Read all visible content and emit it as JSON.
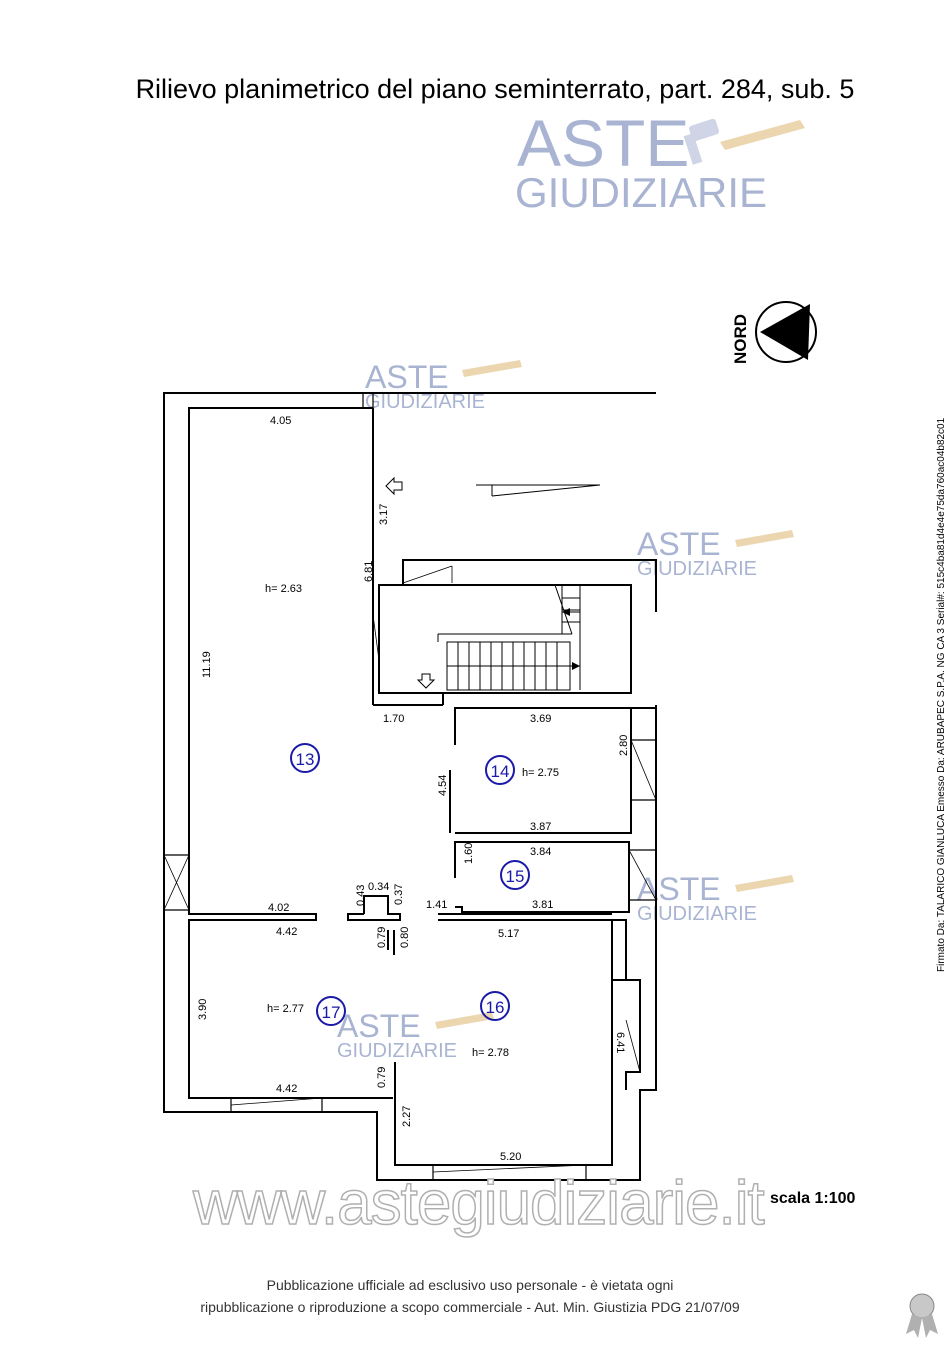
{
  "title": "Rilievo planimetrico del piano seminterrato, part. 284, sub. 5",
  "watermark": {
    "line1": "ASTE",
    "line2": "GIUDIZIARIE",
    "site": "www.astegiudiziarie.it"
  },
  "compass": {
    "label": "NORD"
  },
  "rooms": [
    {
      "number": "13",
      "height": "h= 2.63"
    },
    {
      "number": "14",
      "height": "h= 2.75"
    },
    {
      "number": "15",
      "height": ""
    },
    {
      "number": "16",
      "height": "h= 2.78"
    },
    {
      "number": "17",
      "height": "h= 2.77"
    }
  ],
  "dimensions": {
    "d405": "4.05",
    "d317": "3.17",
    "d681": "6.81",
    "d1119": "11.19",
    "d170": "1.70",
    "d369": "3.69",
    "d280": "2.80",
    "d454": "4.54",
    "d387": "3.87",
    "d160": "1.60",
    "d384": "3.84",
    "d034": "0.34",
    "d043": "0.43",
    "d037": "0.37",
    "d141": "1.41",
    "d381": "3.81",
    "d402": "4.02",
    "d442a": "4.42",
    "d079a": "0.79",
    "d080": "0.80",
    "d517": "5.17",
    "d390": "3.90",
    "d641": "6.41",
    "d079b": "0.79",
    "d442b": "4.42",
    "d227": "2.27",
    "d520": "5.20"
  },
  "scale": "scala 1:100",
  "footer": {
    "line1": "Pubblicazione ufficiale ad esclusivo uso personale - è vietata ogni",
    "line2": "ripubblicazione o riproduzione a scopo commerciale - Aut. Min. Giustizia PDG 21/07/09"
  },
  "signature": "Firmato Da: TALARICO GIANLUCA Emesso Da: ARUBAPEC S.P.A. NG CA 3 Serial#: 515c4ba81d4e4e75da760ac04b82c01",
  "colors": {
    "room_label": "#1a1aa8",
    "watermark": "#9aa6c6",
    "watermark_accent": "#e3c79a"
  }
}
